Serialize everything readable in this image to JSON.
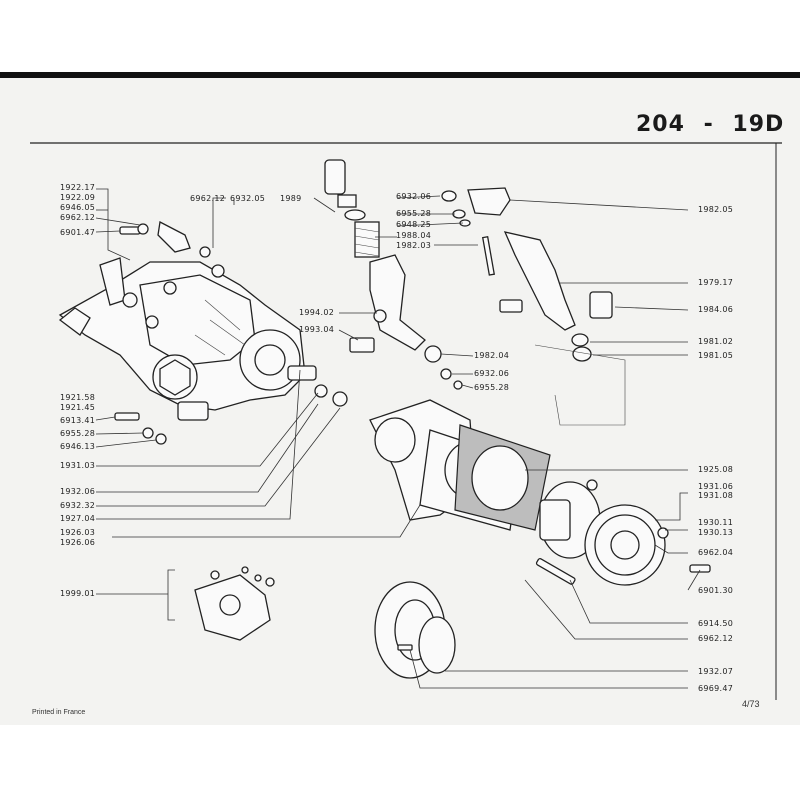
{
  "header": {
    "model": "204",
    "separator": "-",
    "engine": "19D"
  },
  "footer": {
    "printed": "Printed in France",
    "page": "4/73"
  },
  "labels": {
    "l1922_17": "1922.17",
    "l1922_09": "1922.09",
    "l6946_05": "6946.05",
    "l6962_12a": "6962.12",
    "l6901_47": "6901.47",
    "l6962_12b": "6962.12",
    "l6932_05": "6932.05",
    "l1989": "1989",
    "l6932_06a": "6932.06",
    "l6955_28a": "6955.28",
    "l6948_25": "6948.25",
    "l1988_04": "1988.04",
    "l1982_03": "1982.03",
    "l1982_05": "1982.05",
    "l1979_17": "1979.17",
    "l1984_06": "1984.06",
    "l1981_02": "1981.02",
    "l1981_05": "1981.05",
    "l1994_02": "1994.02",
    "l1993_04": "1993.04",
    "l1982_04": "1982.04",
    "l6932_06b": "6932.06",
    "l6955_28b": "6955.28",
    "l1921_58": "1921.58",
    "l1921_45": "1921.45",
    "l6913_41": "6913.41",
    "l6955_28c": "6955.28",
    "l6946_13": "6946.13",
    "l1931_03": "1931.03",
    "l1932_06": "1932.06",
    "l6932_32": "6932.32",
    "l1927_04": "1927.04",
    "l1926_03": "1926.03",
    "l1926_06": "1926.06",
    "l1925_08": "1925.08",
    "l1931_06": "1931.06",
    "l1931_08": "1931.08",
    "l1930_11": "1930.11",
    "l1930_13": "1930.13",
    "l6962_04": "6962.04",
    "l6901_30": "6901.30",
    "l6914_50": "6914.50",
    "l6962_12c": "6962.12",
    "l1932_07": "1932.07",
    "l6969_47": "6969.47",
    "l1999_01": "1999.01"
  }
}
